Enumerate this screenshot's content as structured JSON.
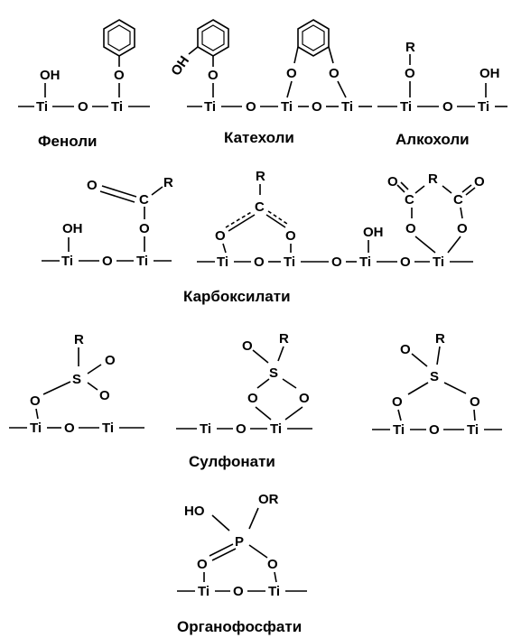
{
  "captions": {
    "phenols": "Феноли",
    "catechols": "Катехоли",
    "alcohols": "Алкохоли",
    "carboxylates": "Карбоксилати",
    "sulfonates": "Сулфонати",
    "organophosphates": "Органофосфати"
  },
  "atoms": {
    "ti": "Ti",
    "o": "O",
    "oh": "OH",
    "ho": "HO",
    "or": "OR",
    "r": "R",
    "c": "C",
    "s": "S",
    "p": "P"
  }
}
